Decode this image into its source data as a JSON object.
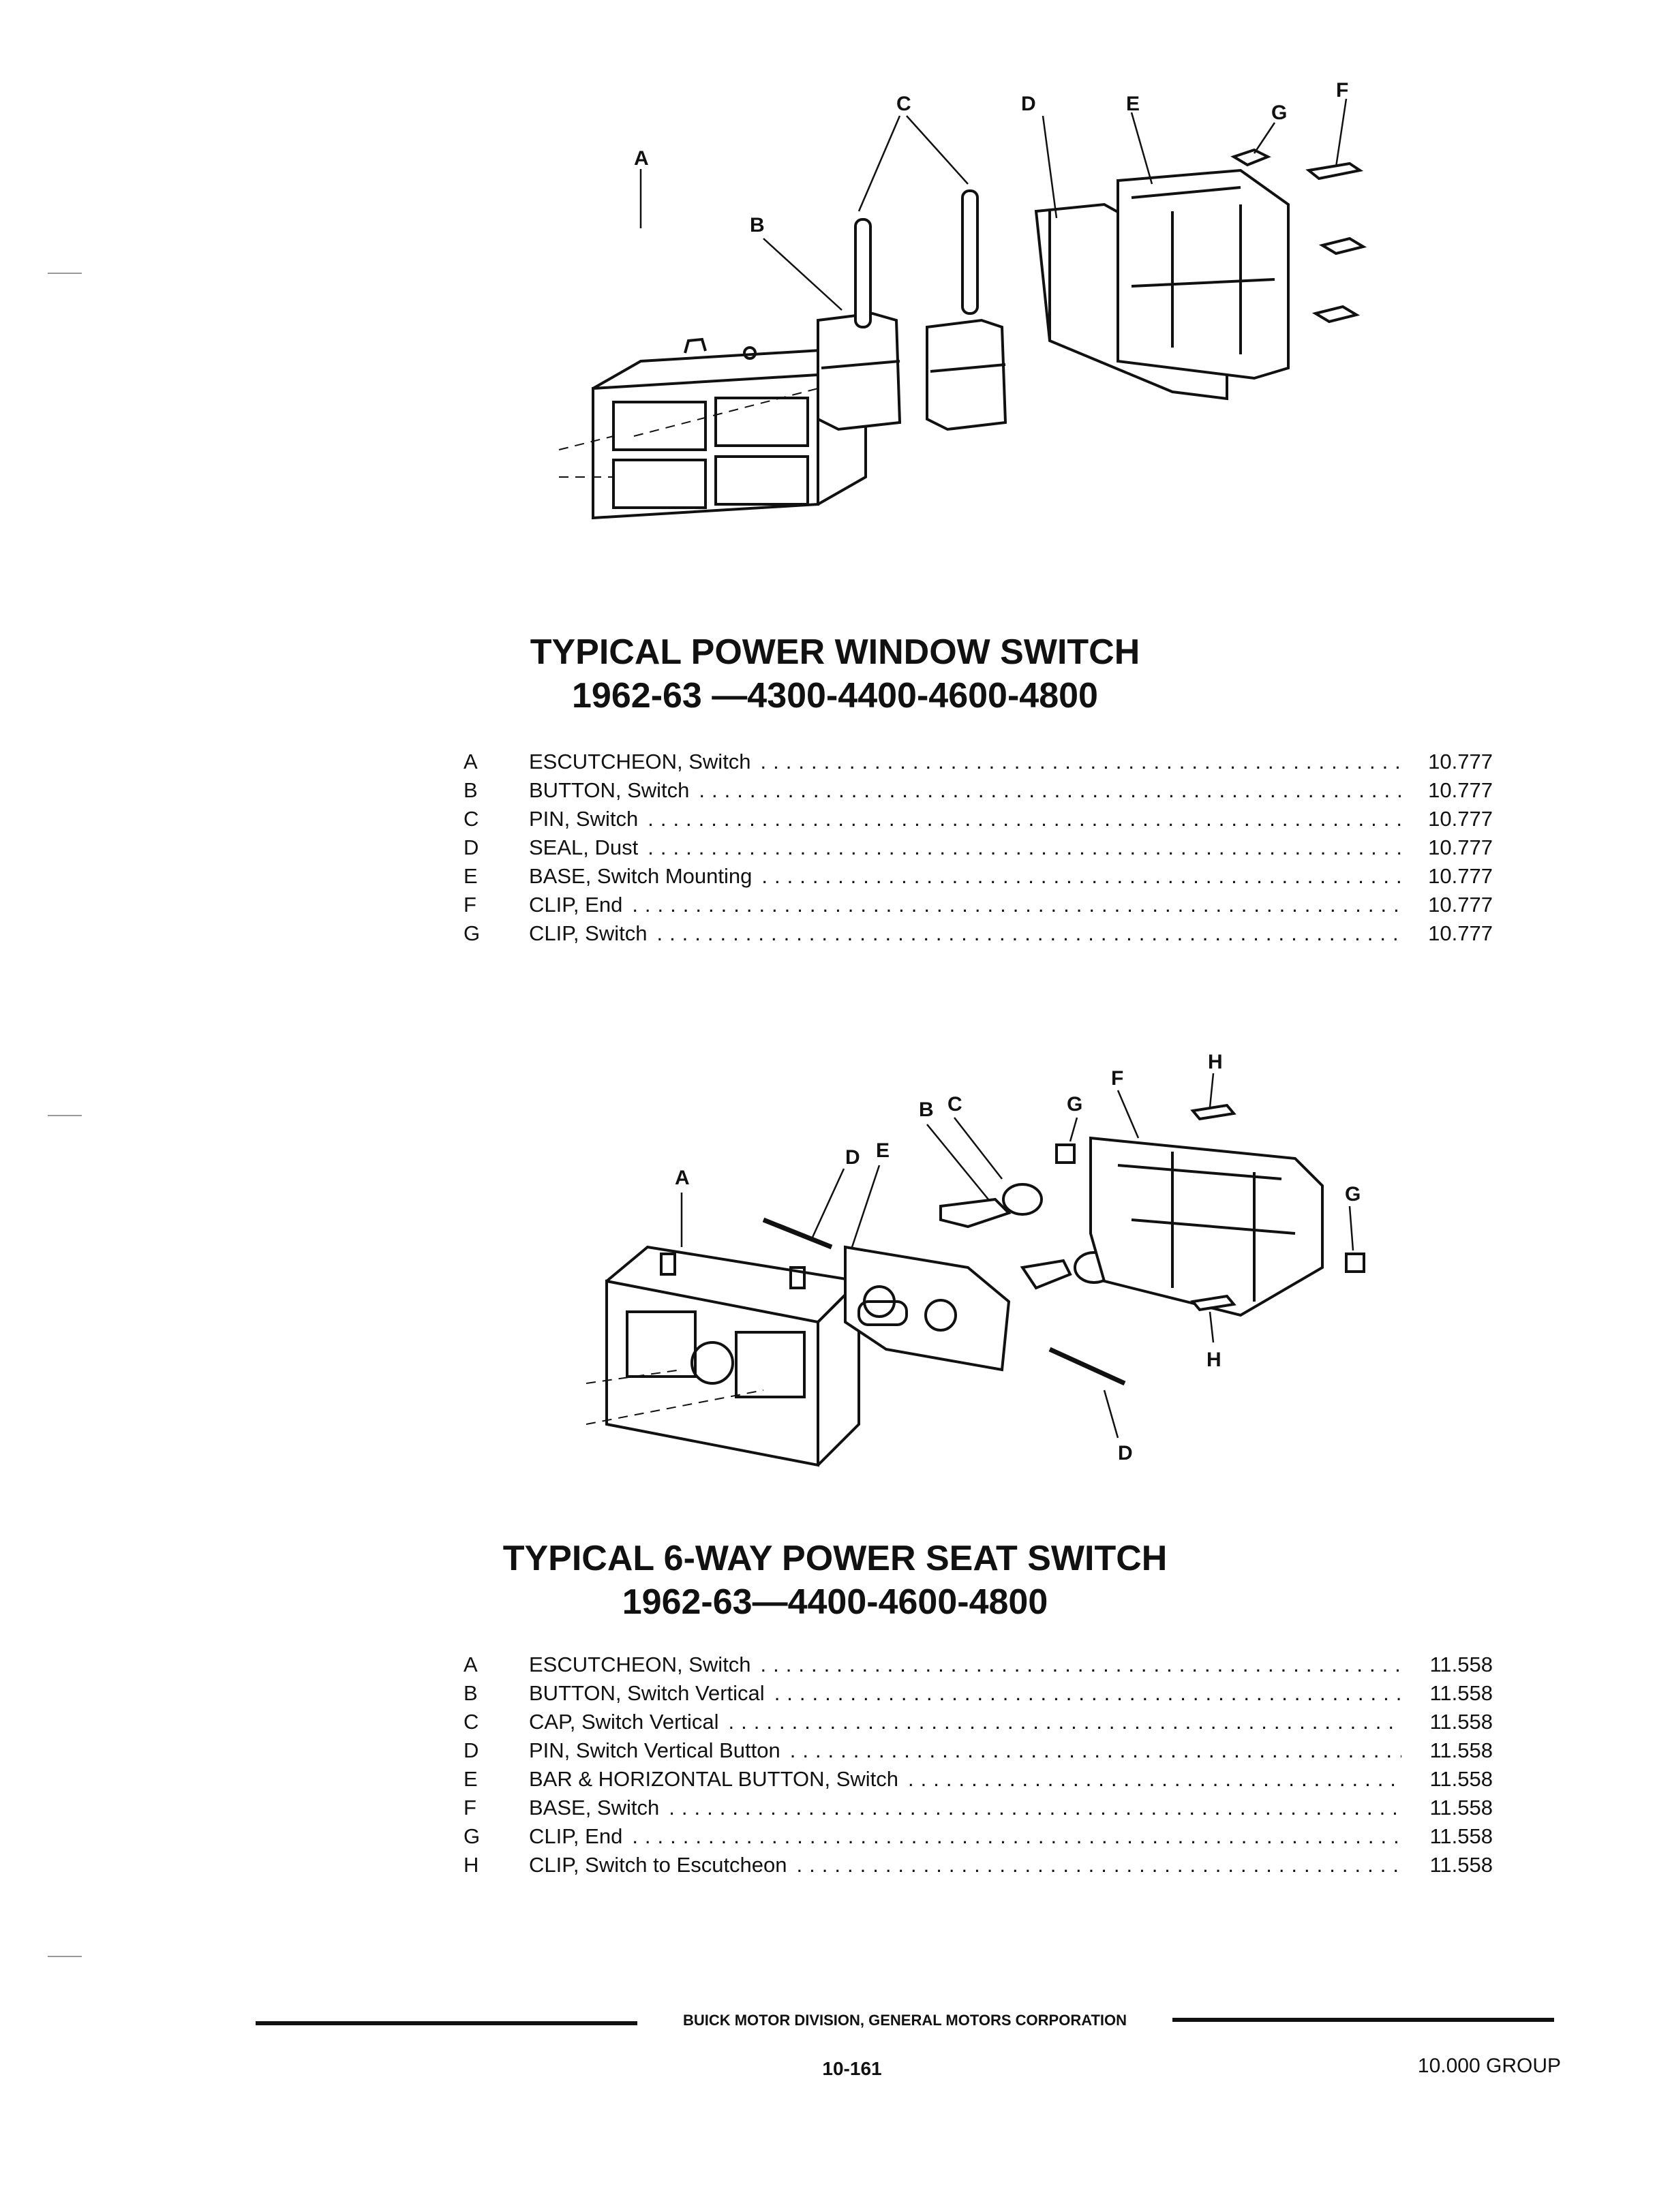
{
  "figure1": {
    "callouts": [
      "A",
      "B",
      "C",
      "D",
      "E",
      "F",
      "G"
    ],
    "title_line1": "TYPICAL POWER WINDOW SWITCH",
    "title_line2": "1962-63 —4300-4400-4600-4800",
    "parts": [
      {
        "letter": "A",
        "desc": "ESCUTCHEON, Switch",
        "num": "10.777"
      },
      {
        "letter": "B",
        "desc": "BUTTON, Switch",
        "num": "10.777"
      },
      {
        "letter": "C",
        "desc": "PIN, Switch",
        "num": "10.777"
      },
      {
        "letter": "D",
        "desc": "SEAL, Dust",
        "num": "10.777"
      },
      {
        "letter": "E",
        "desc": "BASE, Switch Mounting",
        "num": "10.777"
      },
      {
        "letter": "F",
        "desc": "CLIP, End",
        "num": "10.777"
      },
      {
        "letter": "G",
        "desc": "CLIP, Switch",
        "num": "10.777"
      }
    ]
  },
  "figure2": {
    "callouts": [
      "A",
      "B",
      "C",
      "D",
      "E",
      "F",
      "G",
      "H"
    ],
    "title_line1": "TYPICAL 6-WAY POWER SEAT SWITCH",
    "title_line2": "1962-63—4400-4600-4800",
    "parts": [
      {
        "letter": "A",
        "desc": "ESCUTCHEON, Switch",
        "num": "11.558"
      },
      {
        "letter": "B",
        "desc": "BUTTON, Switch Vertical",
        "num": "11.558"
      },
      {
        "letter": "C",
        "desc": "CAP, Switch Vertical",
        "num": "11.558"
      },
      {
        "letter": "D",
        "desc": "PIN, Switch Vertical Button",
        "num": "11.558"
      },
      {
        "letter": "E",
        "desc": "BAR & HORIZONTAL BUTTON, Switch",
        "num": "11.558"
      },
      {
        "letter": "F",
        "desc": "BASE, Switch",
        "num": "11.558"
      },
      {
        "letter": "G",
        "desc": "CLIP, End",
        "num": "11.558"
      },
      {
        "letter": "H",
        "desc": "CLIP, Switch to Escutcheon",
        "num": "11.558"
      }
    ]
  },
  "footer": {
    "publisher": "BUICK MOTOR DIVISION, GENERAL MOTORS CORPORATION",
    "page_number": "10-161",
    "group": "10.000 GROUP"
  }
}
